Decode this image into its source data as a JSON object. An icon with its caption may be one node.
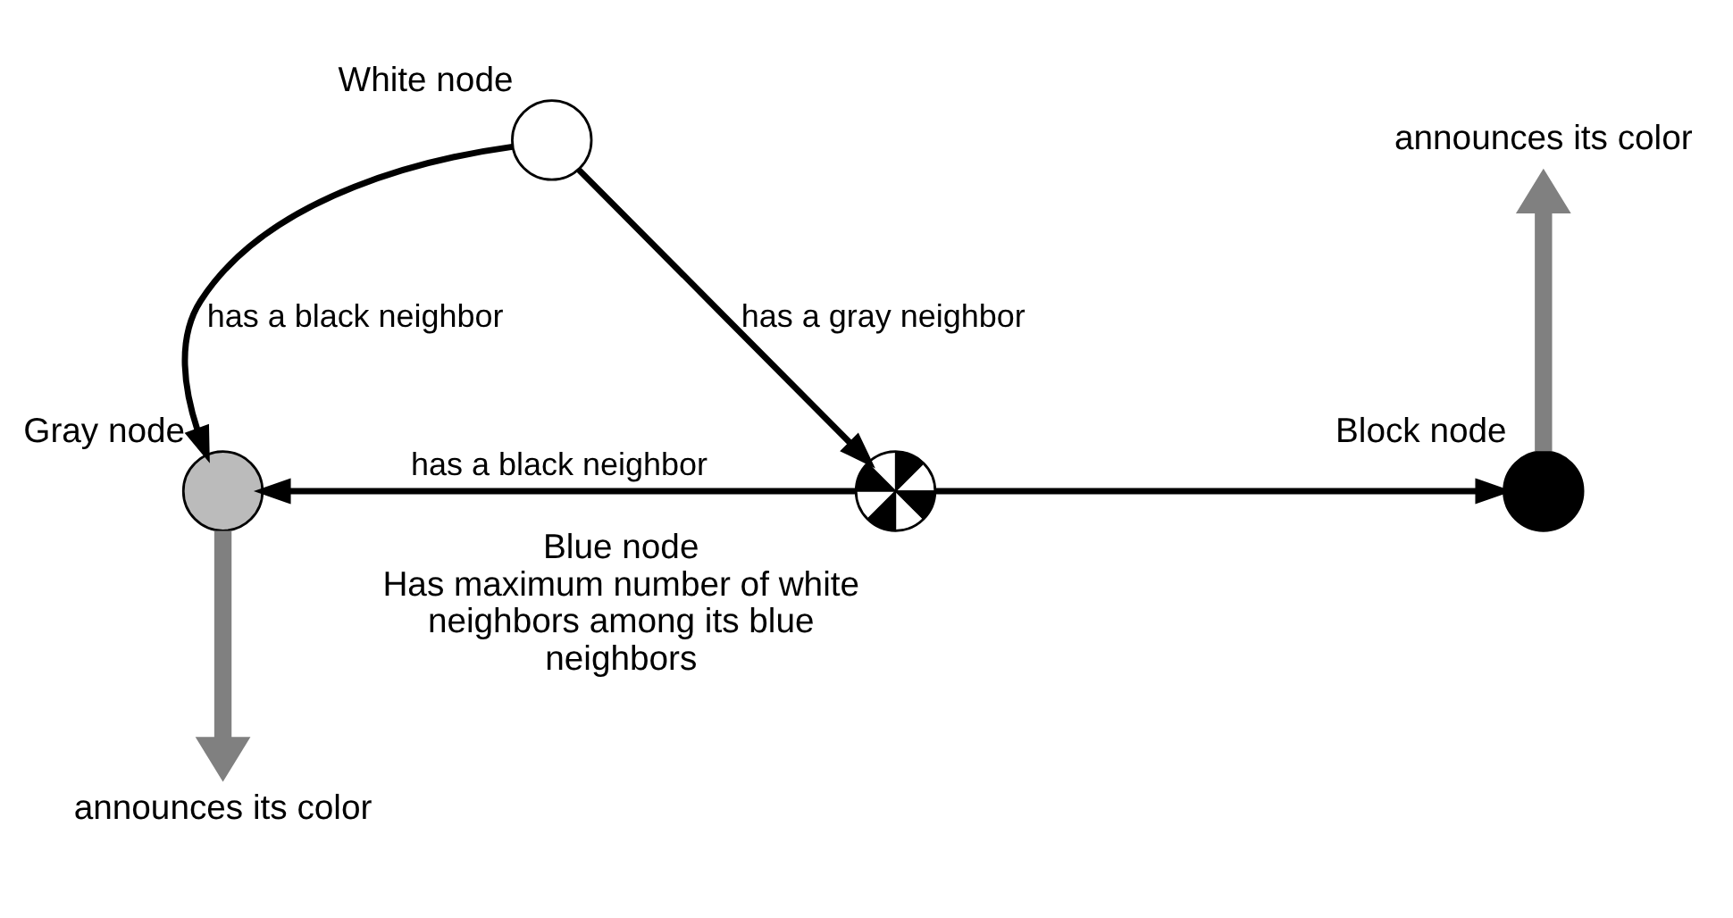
{
  "diagram": {
    "nodes": [
      {
        "text": [
          "White node"
        ]
      },
      {
        "text": [
          "Gray node"
        ]
      },
      {
        "text": [
          "Blue node"
        ],
        "beside": [
          "Has maximum number of white neighbors among its blue neighbors"
        ]
      },
      {
        "text": [
          "Block node"
        ]
      },
      {
        "text": [
          "announces its color"
        ]
      },
      {
        "text": [
          "announces its color"
        ]
      }
    ],
    "edges": [
      {
        "from": 0,
        "to": 1,
        "arrow": "to",
        "label": "has a black neighbor"
      },
      {
        "from": 0,
        "to": 2,
        "arrow": "to",
        "label": "has a gray neighbor"
      },
      {
        "from": 2,
        "to": 1,
        "arrow": "to",
        "label": "has a black neighbor"
      },
      {
        "from": 2,
        "to": 3,
        "arrow": "to"
      },
      {
        "from": 1,
        "to": 4,
        "arrow": "to",
        "style": "thick",
        "color": "#808080"
      },
      {
        "from": 3,
        "to": 5,
        "arrow": "to",
        "style": "thick",
        "color": "#808080"
      }
    ]
  }
}
